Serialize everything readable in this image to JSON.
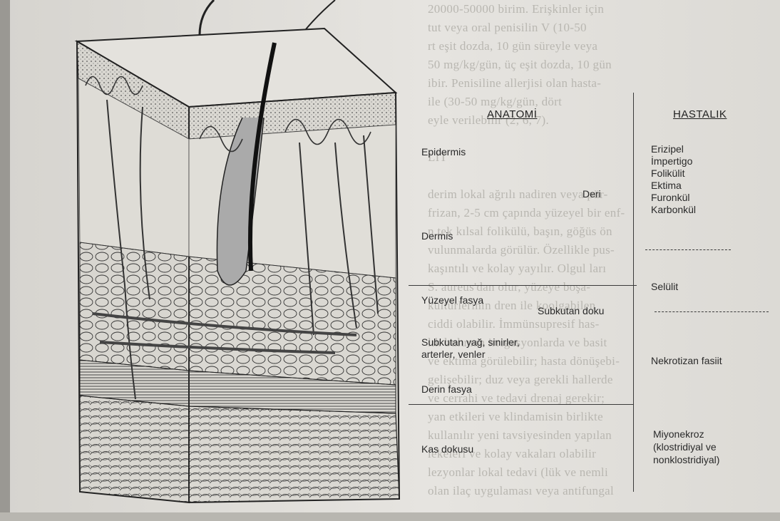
{
  "anatomy_header": "ANATOMİ",
  "disease_header": "HASTALIK",
  "anatomy_labels": {
    "epidermis": "Epidermis",
    "dermis": "Dermis",
    "superficial_fascia": "Yüzeyel fasya",
    "subcutaneous_fat": "Subkutan yağ, sinirler,",
    "subcutaneous_fat_2": "arterler, venler",
    "deep_fascia": "Derin fasya",
    "muscle": "Kas dokusu"
  },
  "middle_labels": {
    "skin": "Deri",
    "subcutaneous_tissue": "Subkutan doku"
  },
  "disease_labels": {
    "skin_diseases": [
      "Erizipel",
      "İmpertigo",
      "Folikülit",
      "Ektima",
      "Furonkül",
      "Karbonkül"
    ],
    "cellulitis": "Selülit",
    "necrotizing_fasciitis": "Nekrotizan fasiit",
    "myonecrosis": "Miyonekroz",
    "myonecrosis_2": "(klostridiyal ve",
    "myonecrosis_3": "nonklostridiyal)"
  },
  "background_text": [
    "20000-50000 birim. Erişkinler için",
    "tut veya oral penisilin V (10-50",
    "rt eşit dozda, 10 gün süreyle veya",
    "50 mg/kg/gün, üç eşit dozda, 10 gün",
    "ibir. Penisiline allerjisi olan hasta-",
    "ile (30-50 mg/kg/gün, dört",
    "eyle verilebilir (2, 6, 7).",
    "",
    "LİT",
    "",
    "derim lokal ağrılı nadiren veya pür-",
    "frizan, 2-5 cm çapında yüzeyel bir enf-",
    "n tek kılsal folikülü, başın, göğüs ön",
    "vulunmalarda görülür. Özellikle pus-",
    "kaşıntılı ve kolay yayılır. Olgul ları",
    "S. aureus'dan olur, yüzeye boşa-",
    "kültürlerinin dren ile koolgabilen",
    "ciddi olabilir. İmmünsupresif has-",
    "lık bulunan irrigasyonlarda ve basit",
    "ve ektima görülebilir; hasta dönüşebi-",
    "gelişebilir; duz veya gerekli hallerde",
    "ve cerrahi ve tedavi drenaj gerekir;",
    "yan etkileri ve klindamisin birlikte",
    "kullanılır yeni tavsiyesinden yapılan",
    "lekeleri ve kolay vakaları olabilir",
    "lezyonlar lokal tedavi (lük ve nemli",
    "olan ilaç uygulaması veya antifungal"
  ]
}
